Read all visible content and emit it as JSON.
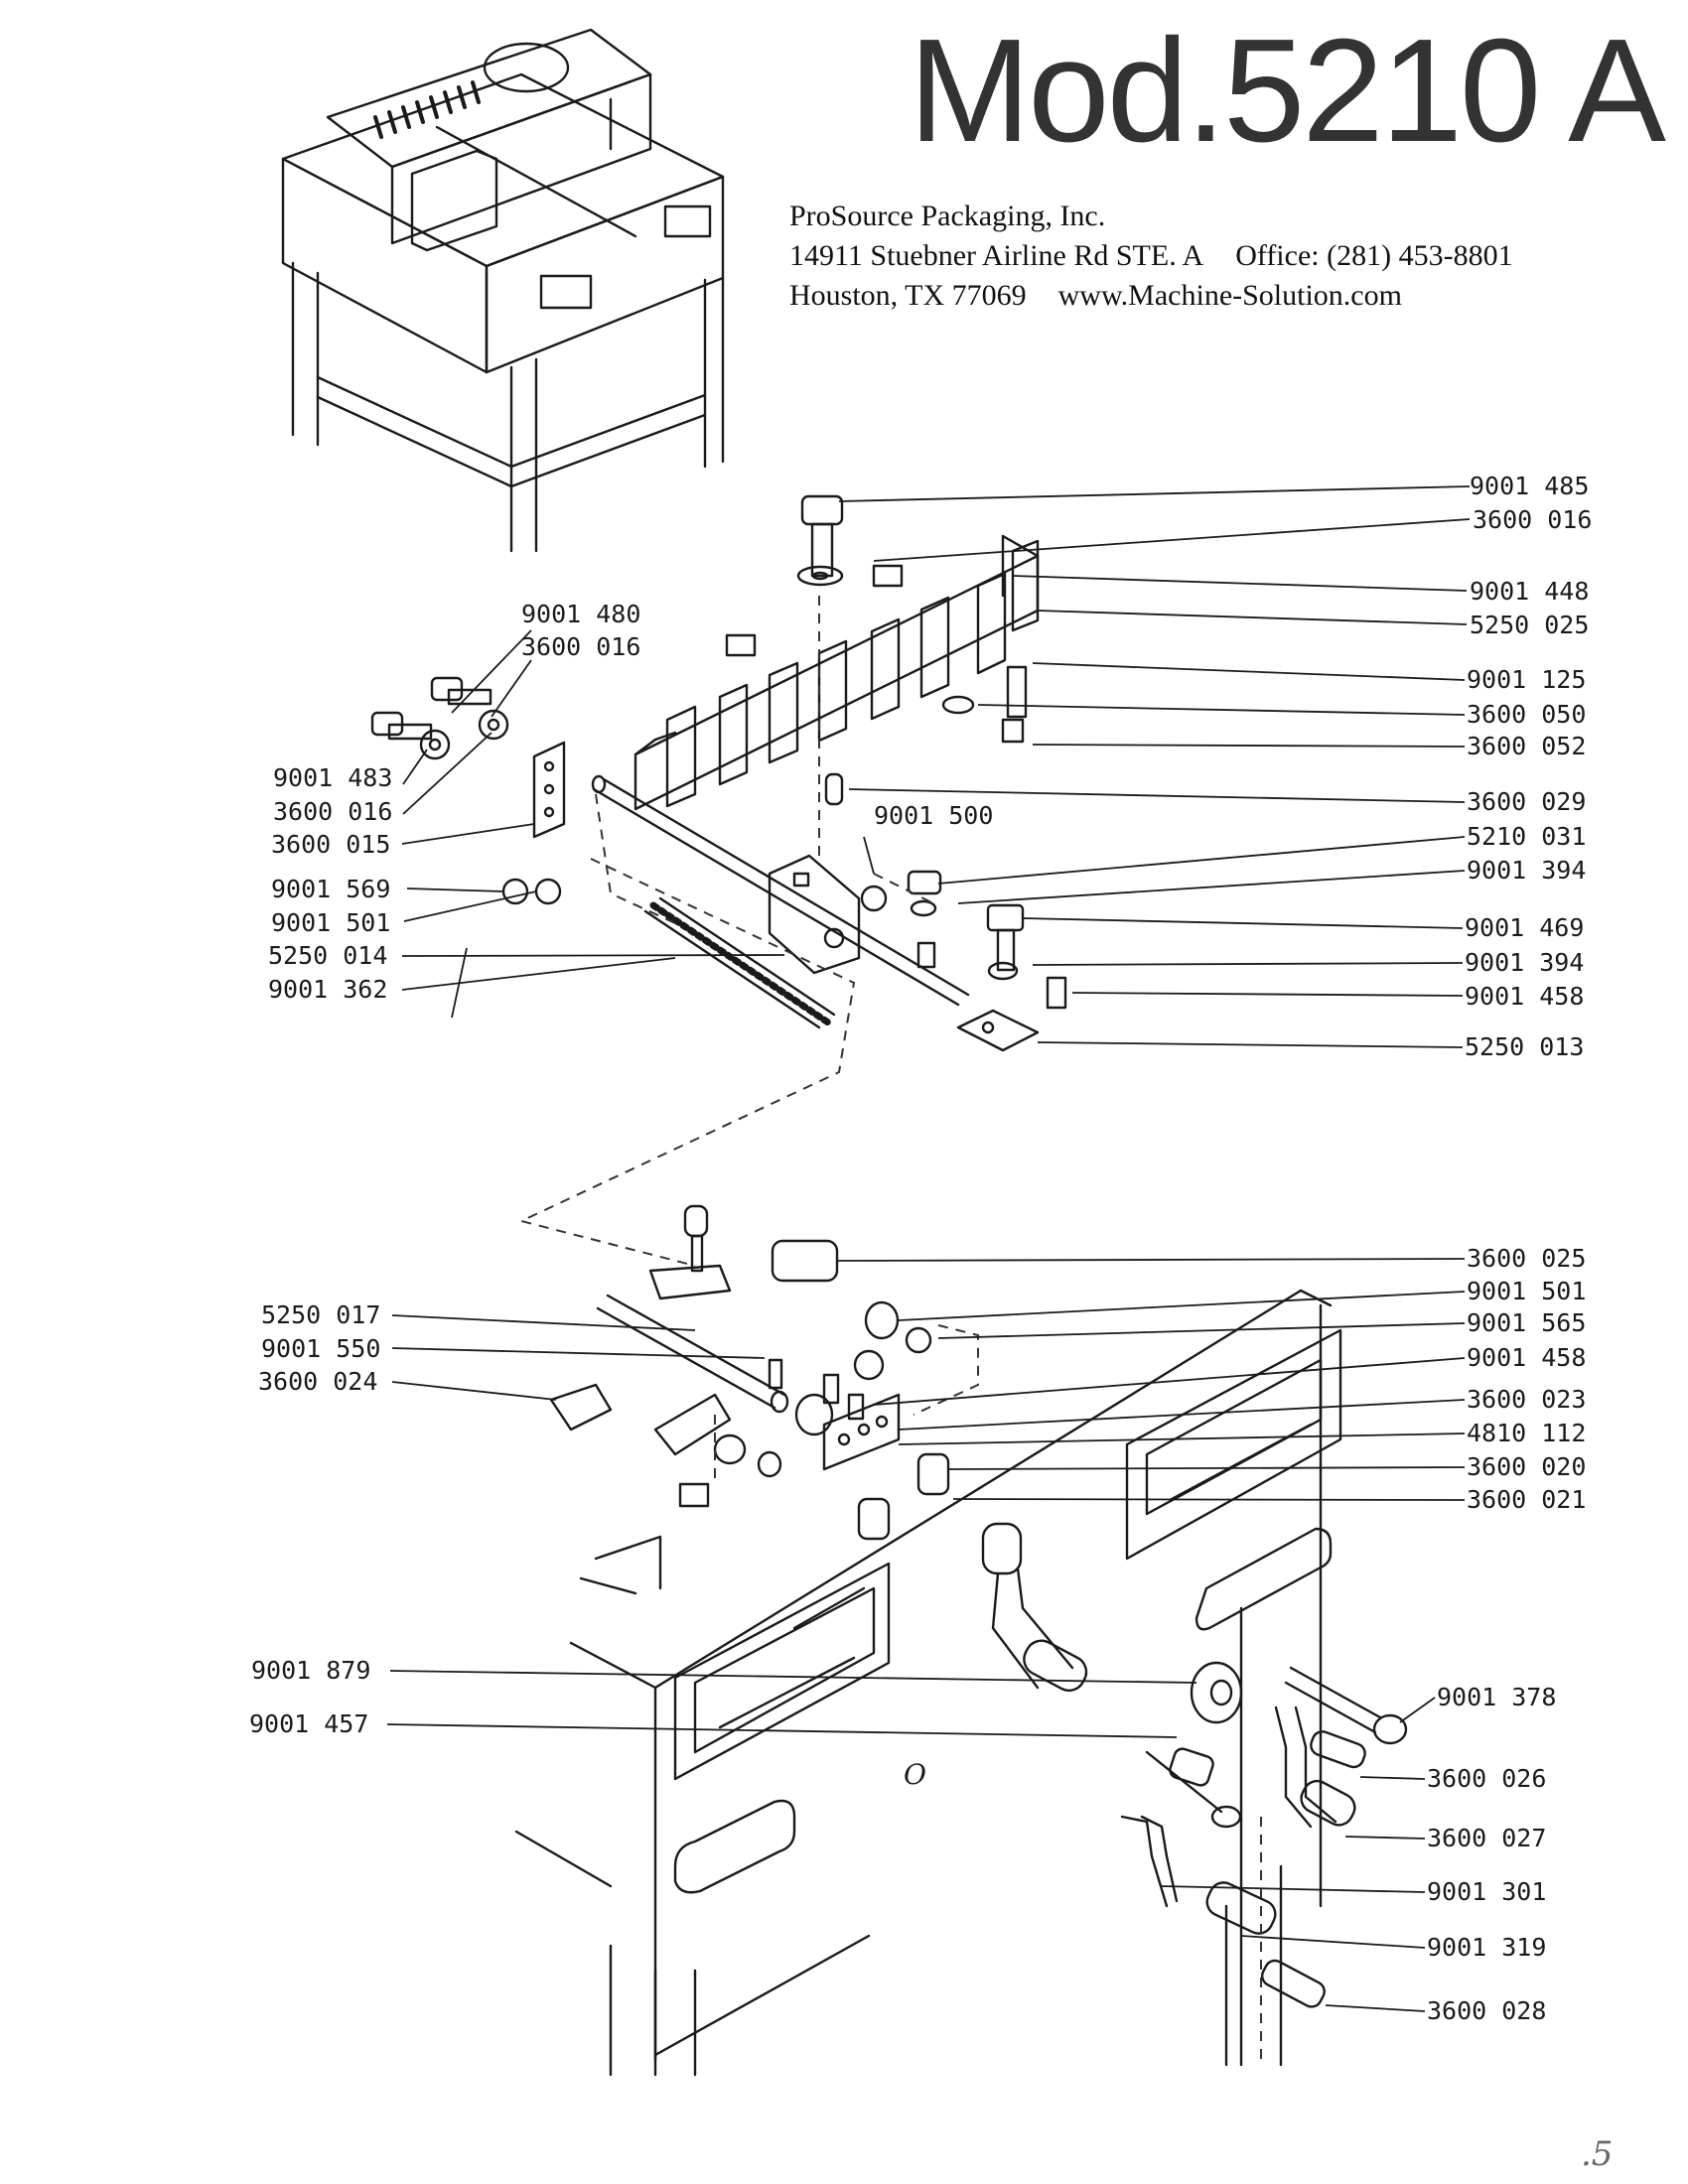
{
  "header": {
    "model": "Mod.5210 A",
    "company": "ProSource Packaging, Inc.",
    "address_line": "14911 Stuebner Airline Rd STE. A",
    "office": "Office: (281) 453-8801",
    "city": "Houston, TX 77069",
    "website": "www.Machine-Solution.com"
  },
  "callouts_right": [
    "9001 485",
    "3600 016",
    "9001 448",
    "5250 025",
    "9001 125",
    "3600 050",
    "3600 052",
    "3600 029",
    "5210 031",
    "9001 394",
    "9001 469",
    "9001 394",
    "9001 458",
    "5250 013",
    "3600 025",
    "9001 501",
    "9001 565",
    "9001 458",
    "3600 023",
    "4810 112",
    "3600 020",
    "3600 021",
    "9001 378",
    "3600 026",
    "3600 027",
    "9001 301",
    "9001 319",
    "3600 028"
  ],
  "callouts_left": [
    "9001 480",
    "3600 016",
    "9001 483",
    "3600 016",
    "3600 015",
    "9001 500",
    "9001 569",
    "9001 501",
    "5250 014",
    "9001 362",
    "5250 017",
    "9001 550",
    "3600 024",
    "9001 879",
    "9001 457"
  ],
  "drawing_marks": {
    "panel_mark": "O"
  },
  "page_number": ".5"
}
